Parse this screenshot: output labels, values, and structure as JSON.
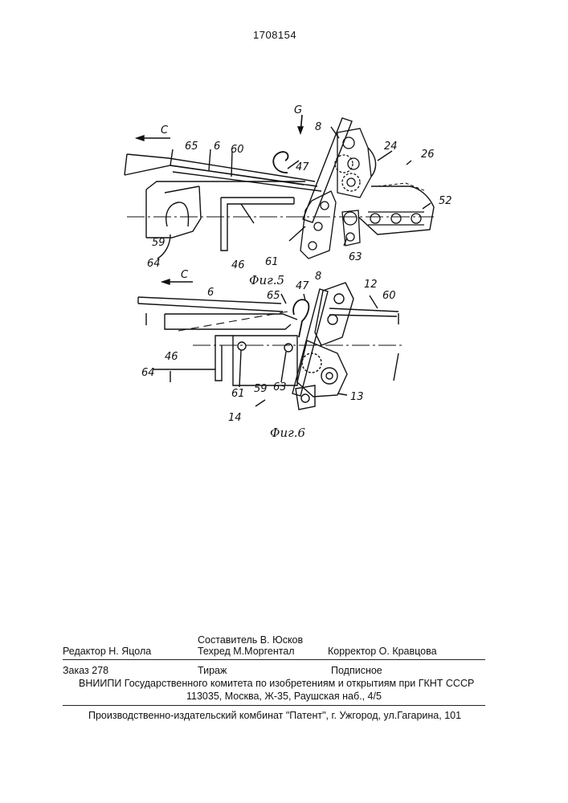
{
  "patent_number": "1708154",
  "fig5": {
    "caption": "Фиг.5",
    "labels": {
      "C": "C",
      "G": "G",
      "l8": "8",
      "l24": "24",
      "l26": "26",
      "l52": "52",
      "l65": "65",
      "l6": "6",
      "l60": "60",
      "l47": "47",
      "l59": "59",
      "l64": "64",
      "l46": "46",
      "l61": "61",
      "l63": "63"
    }
  },
  "fig6": {
    "caption": "Фиг.6",
    "labels": {
      "C": "C",
      "l6": "6",
      "l65": "65",
      "l47": "47",
      "l8": "8",
      "l12": "12",
      "l60": "60",
      "l46": "46",
      "l64": "64",
      "l61": "61",
      "l59": "59",
      "l63": "63",
      "l13": "13",
      "l14": "14"
    }
  },
  "imprint": {
    "compiler": "Составитель  В. Юсков",
    "editor": "Редактор  Н. Яцола",
    "techred": "Техред М.Моргентал",
    "corrector": "Корректор  О. Кравцова",
    "order": "Заказ 278",
    "circulation": "Тираж",
    "subscription": "Подписное",
    "institute": "ВНИИПИ Государственного комитета по изобретениям и открытиям при ГКНТ СССР",
    "address": "113035, Москва, Ж-35, Раушская наб., 4/5",
    "publisher": "Производственно-издательский комбинат \"Патент\", г. Ужгород, ул.Гагарина, 101"
  }
}
